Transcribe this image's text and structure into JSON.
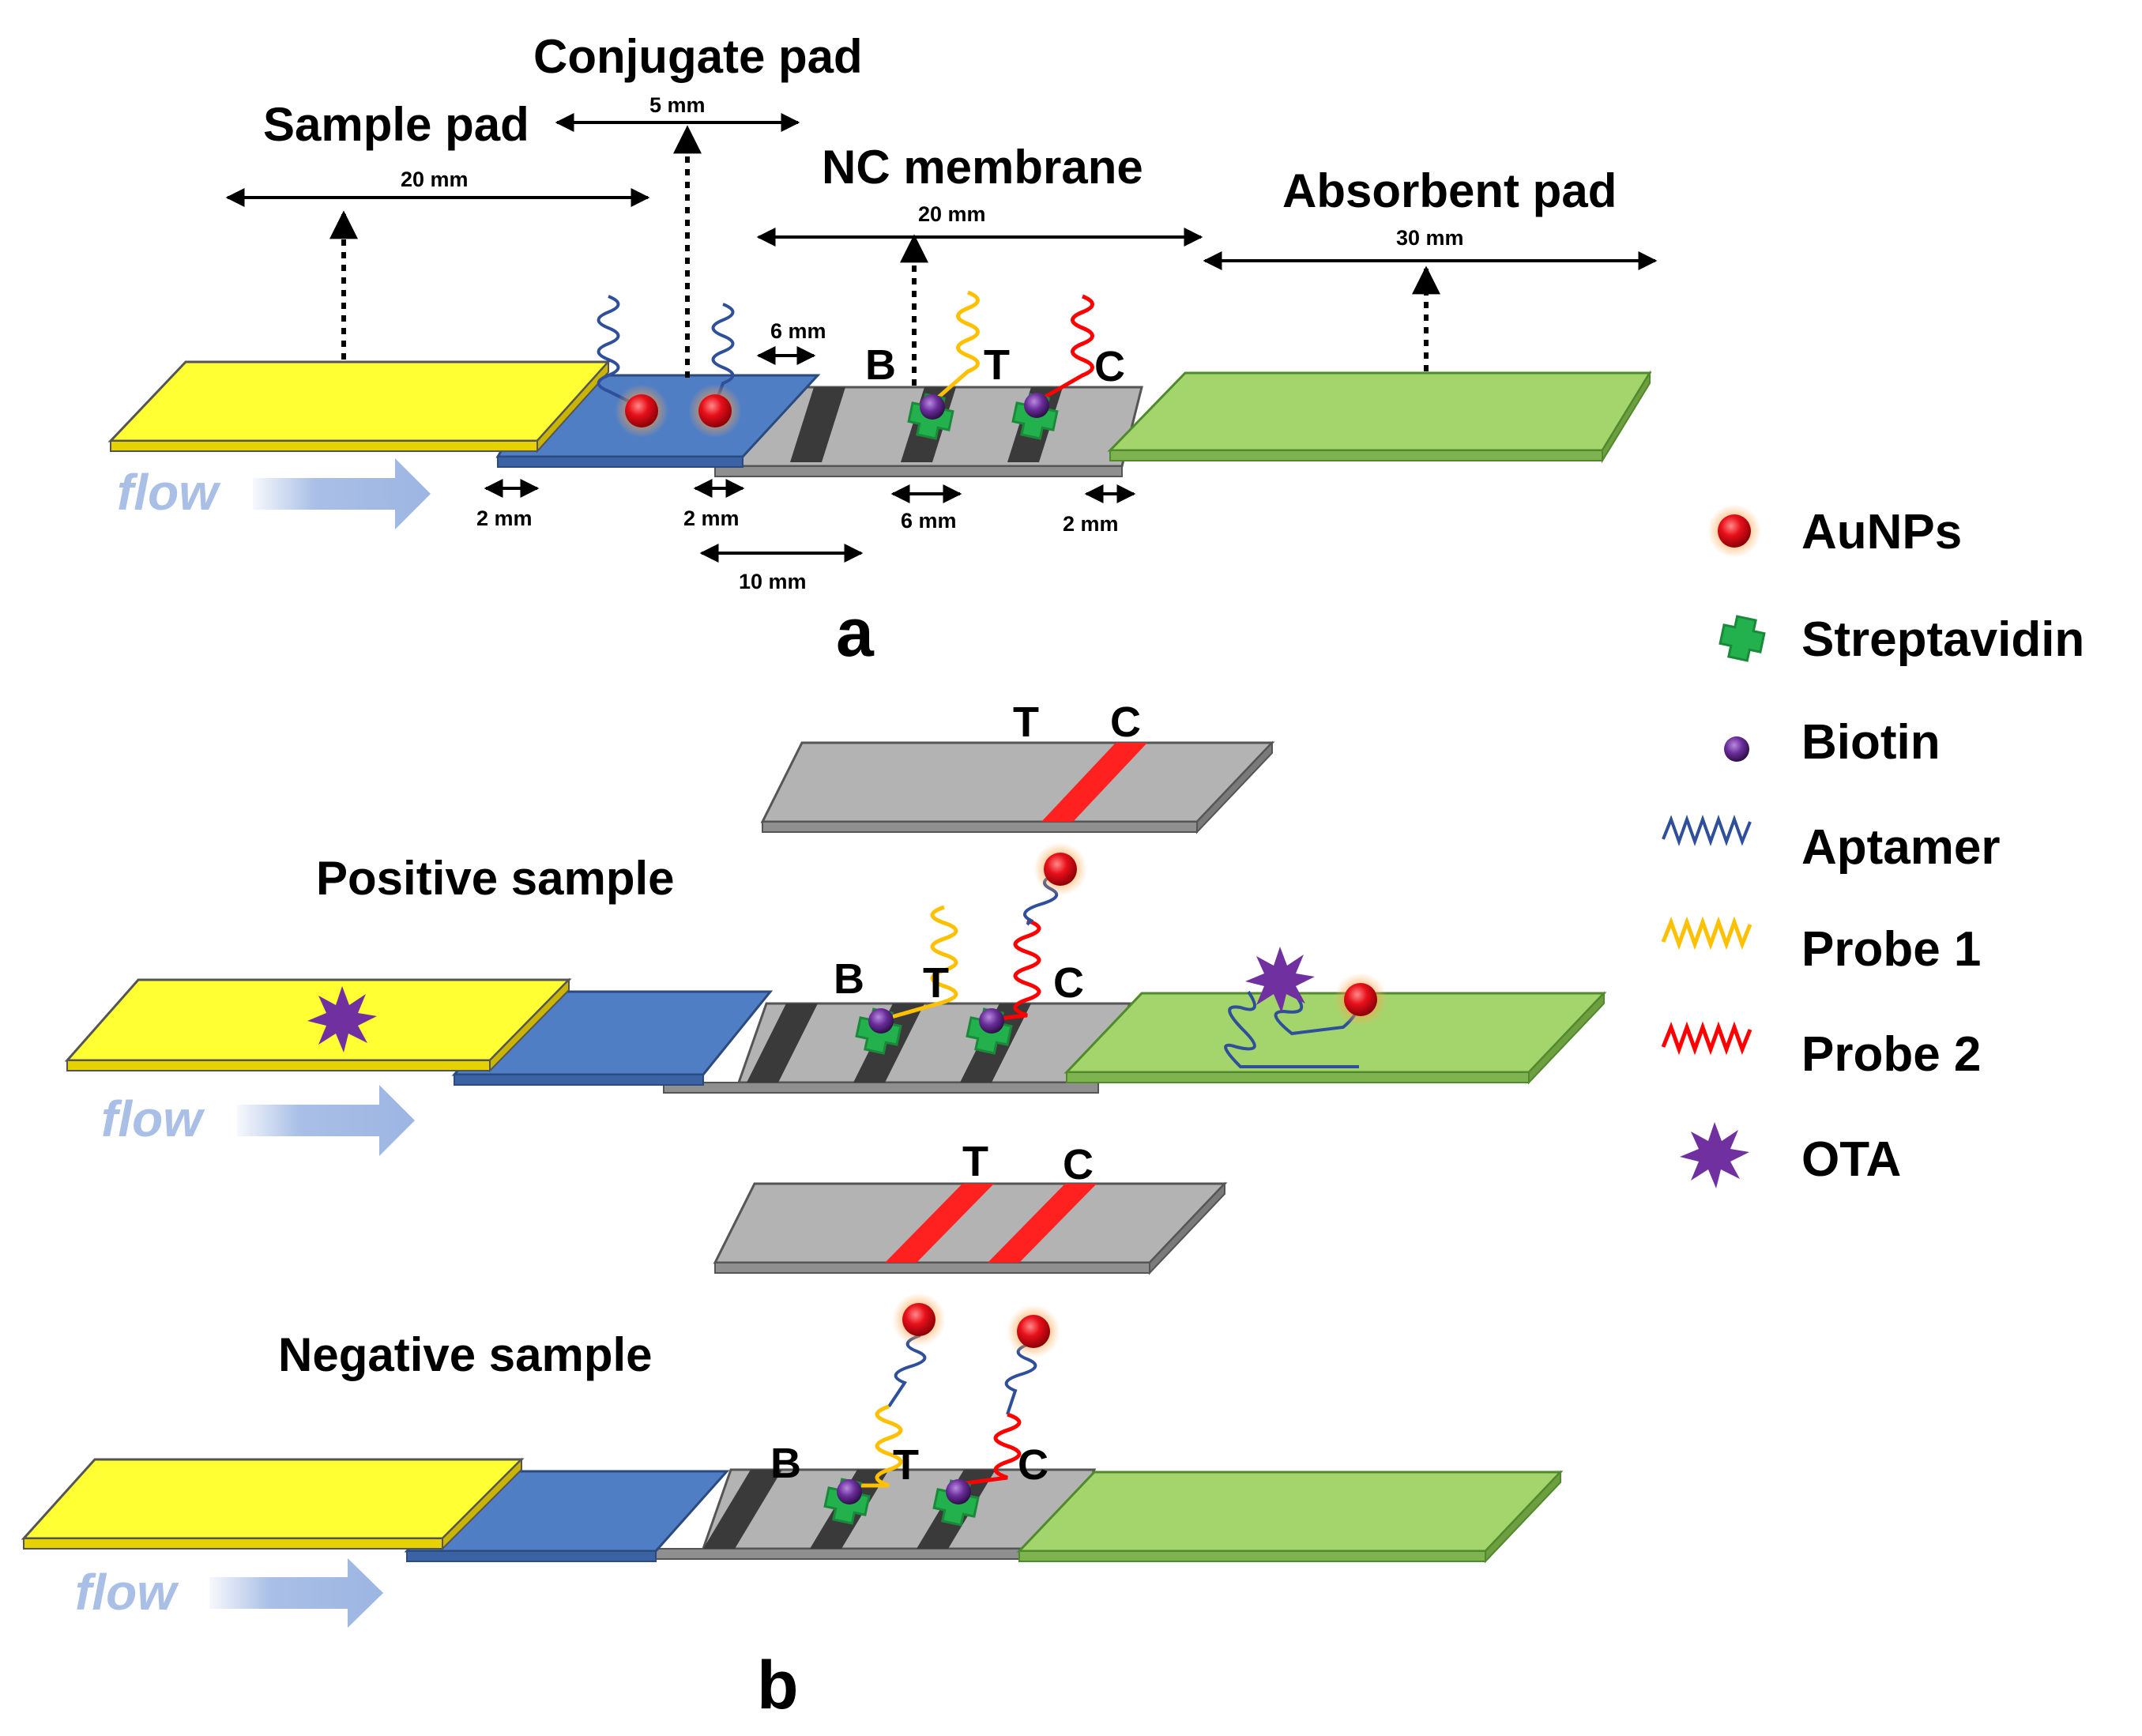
{
  "panel_a": {
    "label": "a",
    "titles": {
      "sample_pad": "Sample pad",
      "conjugate_pad": "Conjugate pad",
      "nc_membrane": "NC membrane",
      "absorbent_pad": "Absorbent pad"
    },
    "dims": {
      "sample_pad": "20 mm",
      "conjugate_pad": "5 mm",
      "nc_membrane": "20 mm",
      "absorbent_pad": "30 mm",
      "b_offset": "6 mm",
      "overlap_1": "2 mm",
      "overlap_2": "2 mm",
      "line_gap": "6 mm",
      "overlap_3": "2 mm",
      "to_b": "10 mm"
    },
    "zones": {
      "b": "B",
      "t": "T",
      "c": "C"
    },
    "flow": "flow"
  },
  "panel_b": {
    "label": "b",
    "positive": {
      "title": "Positive sample",
      "result": {
        "t": "T",
        "c": "C"
      },
      "zones": {
        "b": "B",
        "t": "T",
        "c": "C"
      },
      "flow": "flow"
    },
    "negative": {
      "title": "Negative sample",
      "result": {
        "t": "T",
        "c": "C"
      },
      "zones": {
        "b": "B",
        "t": "T",
        "c": "C"
      },
      "flow": "flow"
    }
  },
  "legend": [
    {
      "label": "AuNPs",
      "icon": "gold-nanoparticle-icon"
    },
    {
      "label": "Streptavidin",
      "icon": "streptavidin-icon"
    },
    {
      "label": "Biotin",
      "icon": "biotin-icon"
    },
    {
      "label": "Aptamer",
      "icon": "aptamer-strand-icon"
    },
    {
      "label": "Probe 1",
      "icon": "probe-1-strand-icon"
    },
    {
      "label": "Probe 2",
      "icon": "probe-2-strand-icon"
    },
    {
      "label": "OTA",
      "icon": "ota-star-icon"
    }
  ],
  "colors": {
    "sample_pad": "#ffff33",
    "conjugate_pad": "#4f7ec5",
    "nc_membrane": "#b3b3b3",
    "absorbent_pad": "#a4d46c",
    "aunp": "#e8101a",
    "streptavidin": "#22b14c",
    "biotin": "#6a2d9a",
    "aptamer": "#2f4f9a",
    "probe_1": "#ffc000",
    "probe_2": "#ff0000",
    "ota": "#7030a0",
    "test_line": "#ff2020",
    "flow_arrow": "#a9bfe6"
  }
}
